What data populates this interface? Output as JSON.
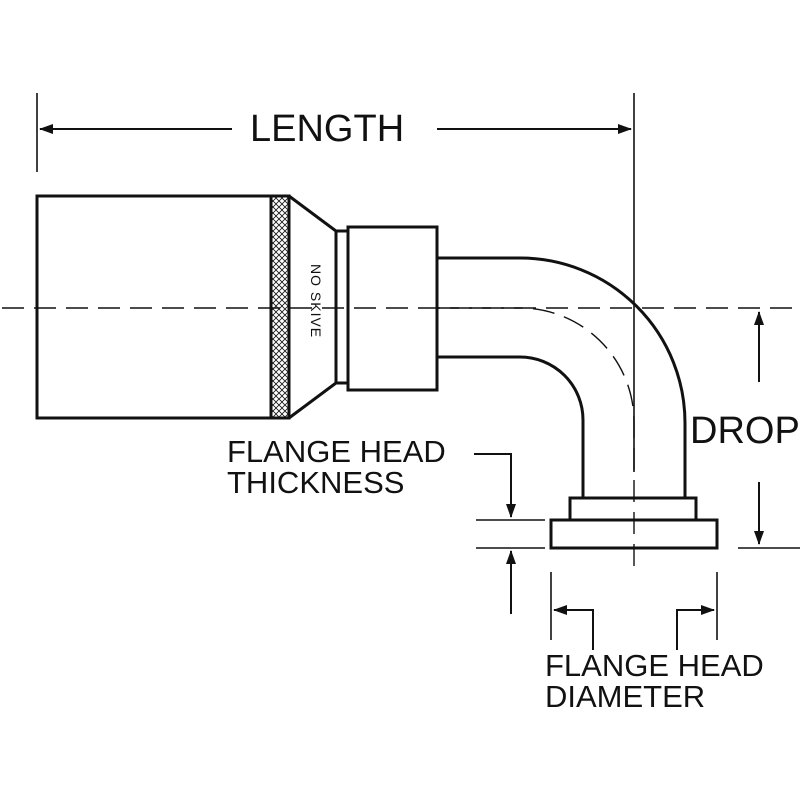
{
  "labels": {
    "length": "LENGTH",
    "drop": "DROP",
    "flange_head_thickness": [
      "FLANGE HEAD",
      "THICKNESS"
    ],
    "flange_head_diameter": [
      "FLANGE HEAD",
      "DIAMETER"
    ],
    "no_skive": "NO SKIVE"
  },
  "colors": {
    "line": "#111111",
    "background": "#ffffff"
  }
}
